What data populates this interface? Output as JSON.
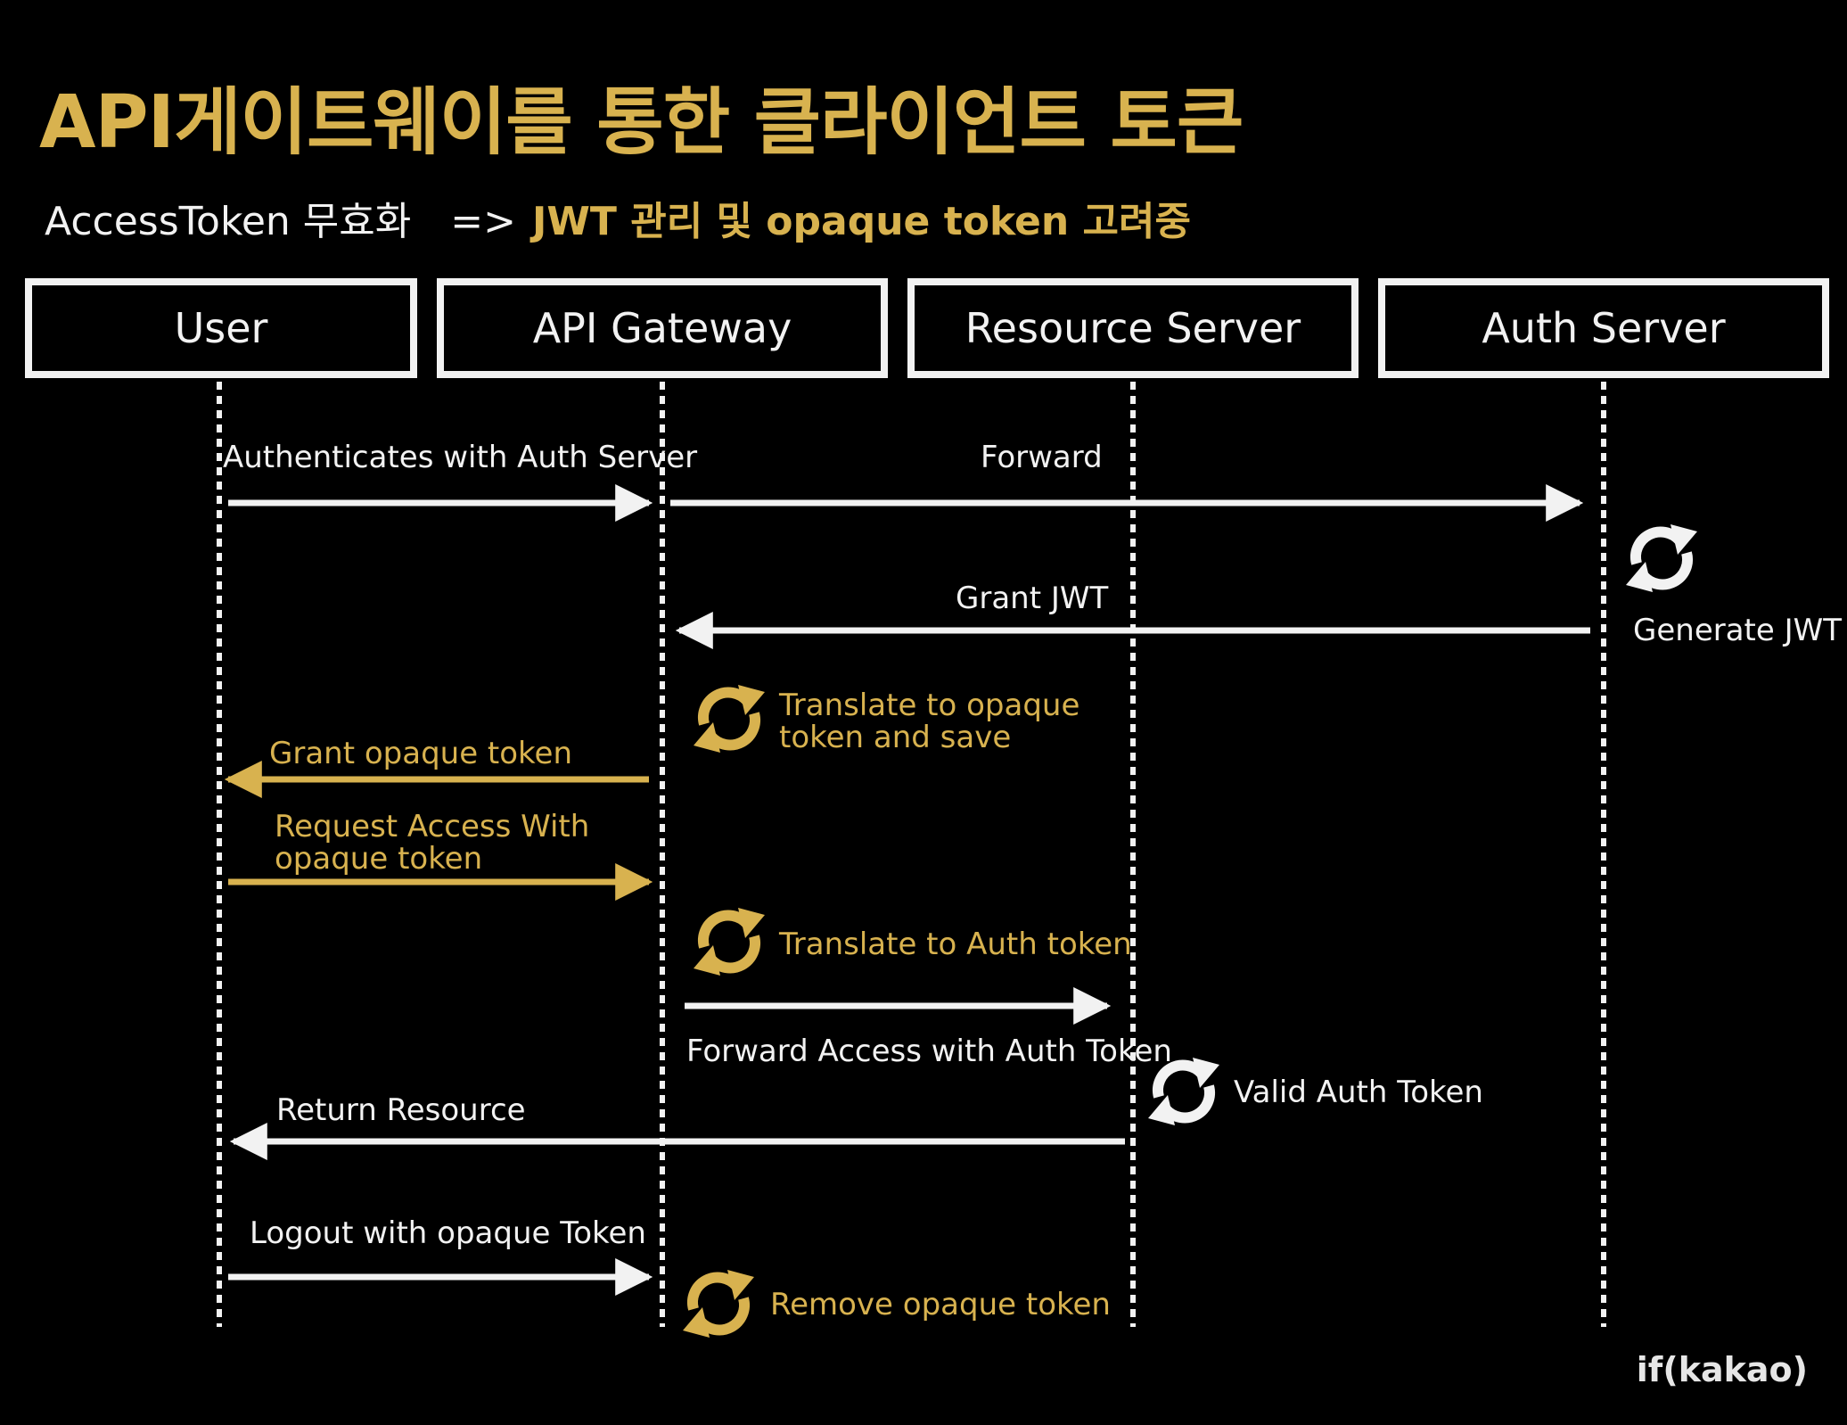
{
  "title": "API게이트웨이를 통한 클라이언트 토큰",
  "subtitle": {
    "left": "AccessToken 무효화",
    "arrow": "=>",
    "highlight": "JWT 관리 및 opaque token 고려중"
  },
  "actors": [
    "User",
    "API Gateway",
    "Resource Server",
    "Auth Server"
  ],
  "messages": {
    "authenticates": "Authenticates with Auth Server",
    "forward": "Forward",
    "grant_jwt": "Grant JWT",
    "generate_jwt": "Generate JWT",
    "translate_opaque_line1": "Translate to opaque",
    "translate_opaque_line2": "token and save",
    "grant_opaque": "Grant opaque token",
    "request_access_line1": "Request Access With",
    "request_access_line2": "opaque token",
    "translate_auth": "Translate to Auth token",
    "forward_access": "Forward Access with Auth Token",
    "valid_auth": "Valid Auth Token",
    "return_resource": "Return Resource",
    "logout": "Logout with opaque Token",
    "remove_opaque": "Remove opaque token"
  },
  "footer": "if(kakao)",
  "colors": {
    "accent": "#d8b24f",
    "line": "#f2f2f2",
    "background": "#000000"
  },
  "icons": {
    "process": "refresh-cycle-icon"
  }
}
